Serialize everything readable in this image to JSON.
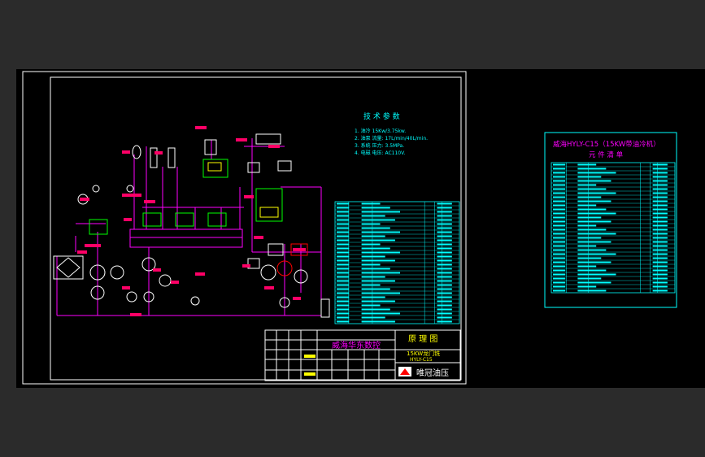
{
  "sheet": {
    "company": "威海华东数控",
    "drawing_title": "原 理 图",
    "drawing_subtitle_1": "15KW龙门铣",
    "drawing_subtitle_2": "HYLY-C15",
    "brand": "唯冠油压"
  },
  "tech_params": {
    "heading": "技 术 参 数",
    "lines": [
      "1. 油冷 15Kw/3.75kw.",
      "2. 油泵 流量: 17L/min/40L/min.",
      "3. 系统 压力: 3.5MPa.",
      "4. 电磁 电压: AC110V."
    ]
  },
  "parts_panel": {
    "title": "威海HYLY-C15（15KW带油冷机）",
    "subtitle": "元 件 清 单"
  },
  "colors": {
    "background": "#000000",
    "frame": "#ffffff",
    "hydraulic_lines": "#ff00ff",
    "tables": "#00ffff",
    "labels": "#ff0066",
    "highlight": "#ffff00",
    "components": "#00ff00"
  }
}
